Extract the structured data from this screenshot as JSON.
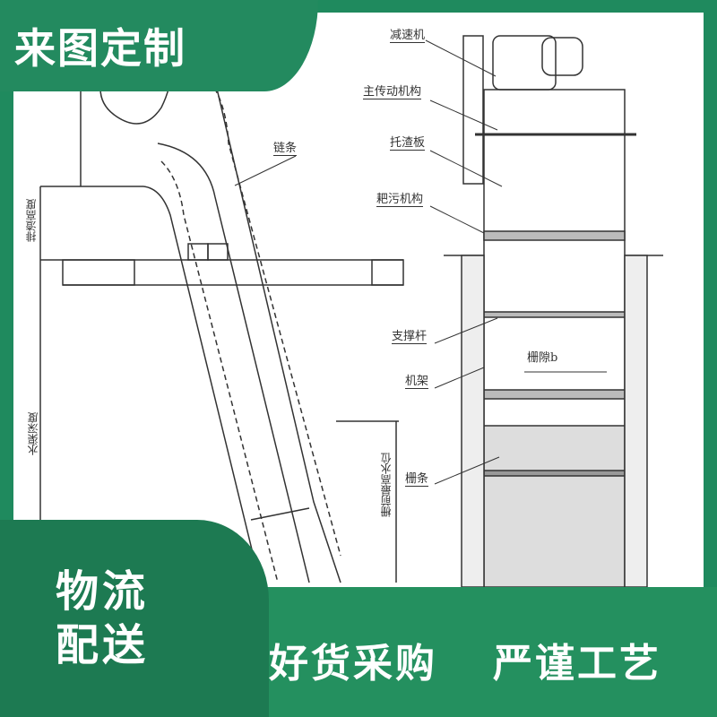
{
  "banners": {
    "top": "来图定制",
    "bottom_left_line1": "物流",
    "bottom_left_line2": "配送",
    "slogan_1": "好货采购",
    "slogan_2": "严谨工艺"
  },
  "diagram_labels": {
    "reducer": "减速机",
    "main_drive": "主传动机构",
    "slag_plate": "托渣板",
    "rake": "耙污机构",
    "chain": "链条",
    "support_rod": "支撑杆",
    "frame": "机架",
    "bar_gap": "栅隙b",
    "grate_bars": "栅条",
    "discharge_height": "排渣高度",
    "channel_depth": "水渠深度",
    "max_water_level": "栅前最高水位"
  },
  "colors": {
    "brand_green": "#238a5f",
    "line": "#333333"
  }
}
